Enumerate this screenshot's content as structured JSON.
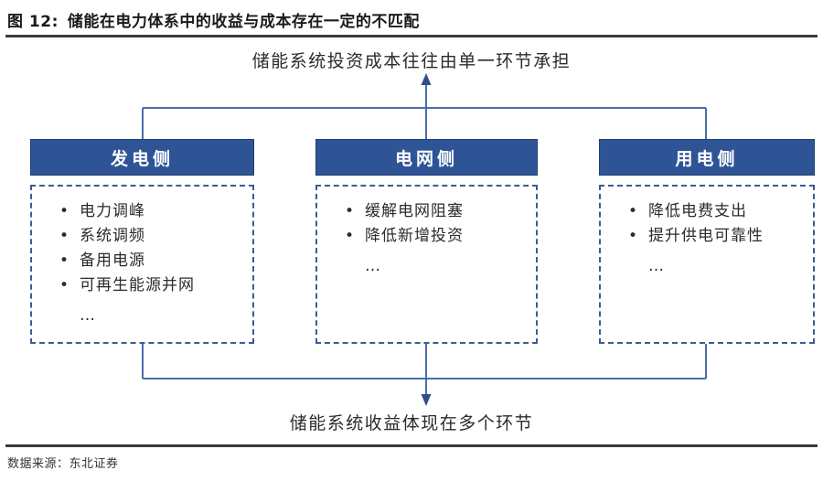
{
  "figure": {
    "number_label": "图 12:",
    "title": "储能在电力体系中的收益与成本存在一定的不匹配",
    "source_label": "数据来源：东北证券"
  },
  "flow": {
    "top_caption": "储能系统投资成本往往由单一环节承担",
    "bottom_caption": "储能系统收益体现在多个环节"
  },
  "colors": {
    "header_fill": "#2f5496",
    "header_border": "#22406f",
    "dashed_border": "#3a5c96",
    "connector": "#4a6fa5",
    "rule": "#3b3b3b",
    "text": "#2b2b2b"
  },
  "columns": [
    {
      "id": "generation-side",
      "header": "发电侧",
      "items": [
        "电力调峰",
        "系统调频",
        "备用电源",
        "可再生能源并网"
      ],
      "ellipsis": "…",
      "bullet": "•"
    },
    {
      "id": "grid-side",
      "header": "电网侧",
      "items": [
        "缓解电网阻塞",
        "降低新增投资"
      ],
      "ellipsis": "…",
      "bullet": "•"
    },
    {
      "id": "consumption-side",
      "header": "用电侧",
      "items": [
        "降低电费支出",
        "提升供电可靠性"
      ],
      "ellipsis": "…",
      "bullet": "•"
    }
  ]
}
